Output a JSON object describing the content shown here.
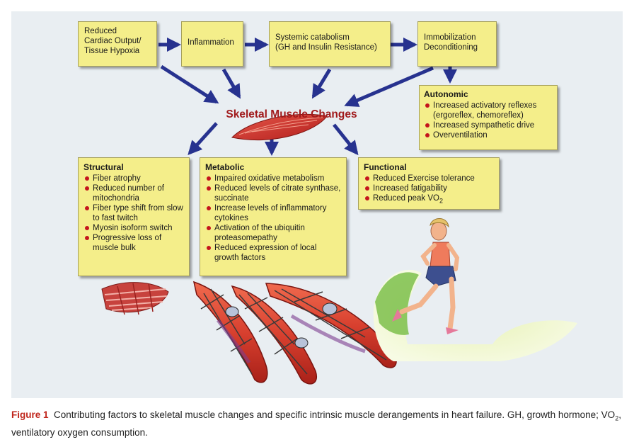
{
  "top_row": {
    "cardiac": "Reduced\nCardiac Output/\nTissue Hypoxia",
    "inflammation": "Inflammation",
    "catabolism": "Systemic catabolism\n(GH and Insulin Resistance)",
    "immobilization": "Immobilization\nDeconditioning"
  },
  "center_label": "Skeletal Muscle Changes",
  "autonomic": {
    "title": "Autonomic",
    "items": [
      "Increased activatory reflexes (ergoreflex, chemoreflex)",
      "Increased sympathetic drive",
      "Overventilation"
    ]
  },
  "structural": {
    "title": "Structural",
    "items": [
      "Fiber atrophy",
      "Reduced number of mitochondria",
      "Fiber type shift from slow to fast twitch",
      "Myosin isoform switch",
      "Progressive loss of muscle bulk"
    ]
  },
  "metabolic": {
    "title": "Metabolic",
    "items": [
      "Impaired oxidative metabolism",
      "Reduced levels of citrate synthase, succinate",
      "Increase levels of inflammatory cytokines",
      "Activation of the ubiquitin proteasomepathy",
      "Reduced expression of local growth factors"
    ]
  },
  "functional": {
    "title": "Functional",
    "items": [
      "Reduced Exercise tolerance",
      "Increased fatigability"
    ],
    "peak_prefix": "Reduced peak VO",
    "peak_sub": "2"
  },
  "caption": {
    "label": "Figure 1",
    "text_1": "Contributing factors to skeletal muscle changes and specific intrinsic muscle derangements in heart failure. GH, growth hormone;",
    "vo": "VO",
    "sub": "2",
    "text_2": ", ventilatory oxygen consumption."
  },
  "colors": {
    "box_fill": "#f4ee8a",
    "arrow": "#27328f",
    "title_red": "#a0191b",
    "bullet": "#c4151c",
    "panel": "#e9eef2"
  }
}
